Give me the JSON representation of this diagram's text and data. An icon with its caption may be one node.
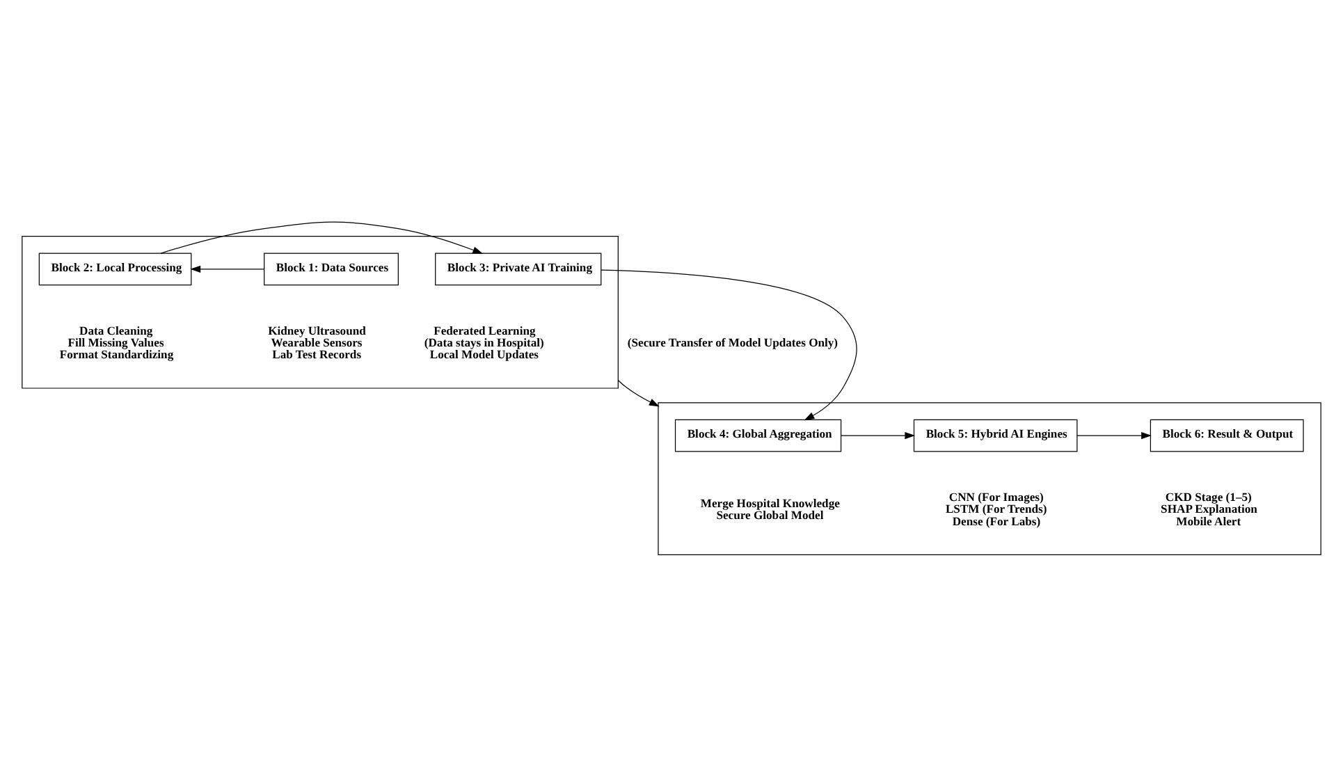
{
  "diagram": {
    "nodes": [
      {
        "text": [],
        "shape": "box"
      },
      {
        "text": [
          "Block 1: Data Sources"
        ],
        "in": 0,
        "beside": [
          "Kidney Ultrasound",
          "Wearable Sensors",
          "Lab Test Records"
        ]
      },
      {
        "text": [
          "Block 2: Local Processing"
        ],
        "in": 0,
        "beside": [
          "Data Cleaning",
          "Fill Missing Values",
          "Format Standardizing"
        ]
      },
      {
        "text": [
          "Block 3: Private AI Training"
        ],
        "in": 0,
        "beside": [
          "Federated Learning",
          "(Data stays in Hospital)",
          "Local Model Updates"
        ]
      },
      {
        "text": [],
        "shape": "box"
      },
      {
        "text": [
          "Block 4: Global Aggregation"
        ],
        "in": 4,
        "beside": [
          "Merge Hospital Knowledge",
          "Secure Global Model"
        ]
      },
      {
        "text": [
          "Block 5: Hybrid AI Engines"
        ],
        "in": 4,
        "beside": [
          "CNN (For Images)",
          "LSTM (For Trends)",
          "Dense (For Labs)"
        ]
      },
      {
        "text": [
          "Block 6: Result & Output"
        ],
        "in": 4,
        "beside": [
          "CKD Stage (1–5)",
          "SHAP Explanation",
          "Mobile Alert"
        ]
      }
    ],
    "edges": [
      {
        "from": 1,
        "to": 2,
        "arrow": "to"
      },
      {
        "from": 2,
        "to": 3,
        "arrow": "to"
      },
      {
        "from": 3,
        "to": 5,
        "arrow": "to"
      },
      {
        "from": 0,
        "to": 4,
        "arrow": "to",
        "label": "(Secure Transfer of Model Updates Only)"
      },
      {
        "from": 5,
        "to": 6,
        "arrow": "to"
      },
      {
        "from": 6,
        "to": 7,
        "arrow": "to"
      }
    ]
  }
}
